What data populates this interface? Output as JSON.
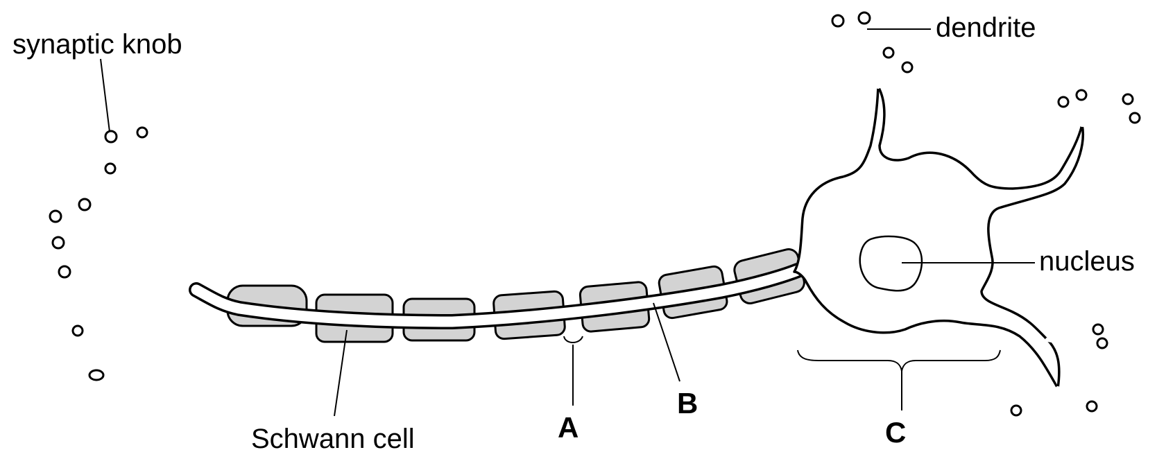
{
  "labels": {
    "synaptic_knob": "synaptic knob",
    "dendrite": "dendrite",
    "nucleus": "nucleus",
    "schwann_cell": "Schwann cell",
    "a": "A",
    "b": "B",
    "c": "C"
  },
  "colors": {
    "outline": "#000000",
    "sheath_fill": "#d3d3d3",
    "background": "#ffffff"
  }
}
